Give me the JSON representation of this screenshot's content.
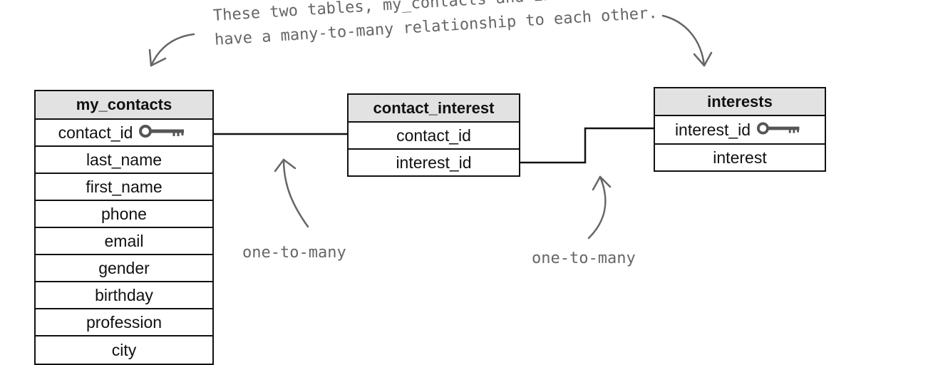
{
  "annotations": {
    "top_line1": "These two tables, my_contacts and interests, now",
    "top_line2": "have a many-to-many relationship to each other.",
    "left_relationship": "one-to-many",
    "right_relationship": "one-to-many"
  },
  "tables": {
    "my_contacts": {
      "title": "my_contacts",
      "columns": [
        {
          "name": "contact_id",
          "is_key": true
        },
        {
          "name": "last_name",
          "is_key": false
        },
        {
          "name": "first_name",
          "is_key": false
        },
        {
          "name": "phone",
          "is_key": false
        },
        {
          "name": "email",
          "is_key": false
        },
        {
          "name": "gender",
          "is_key": false
        },
        {
          "name": "birthday",
          "is_key": false
        },
        {
          "name": "profession",
          "is_key": false
        },
        {
          "name": "city",
          "is_key": false
        }
      ]
    },
    "contact_interest": {
      "title": "contact_interest",
      "columns": [
        {
          "name": "contact_id",
          "is_key": false
        },
        {
          "name": "interest_id",
          "is_key": false
        }
      ]
    },
    "interests": {
      "title": "interests",
      "columns": [
        {
          "name": "interest_id",
          "is_key": true
        },
        {
          "name": "interest",
          "is_key": false
        }
      ]
    }
  },
  "icons": {
    "key": "key-icon"
  },
  "colors": {
    "line": "#111111",
    "annotation": "#666666",
    "header_fill": "#e2e2e2"
  }
}
